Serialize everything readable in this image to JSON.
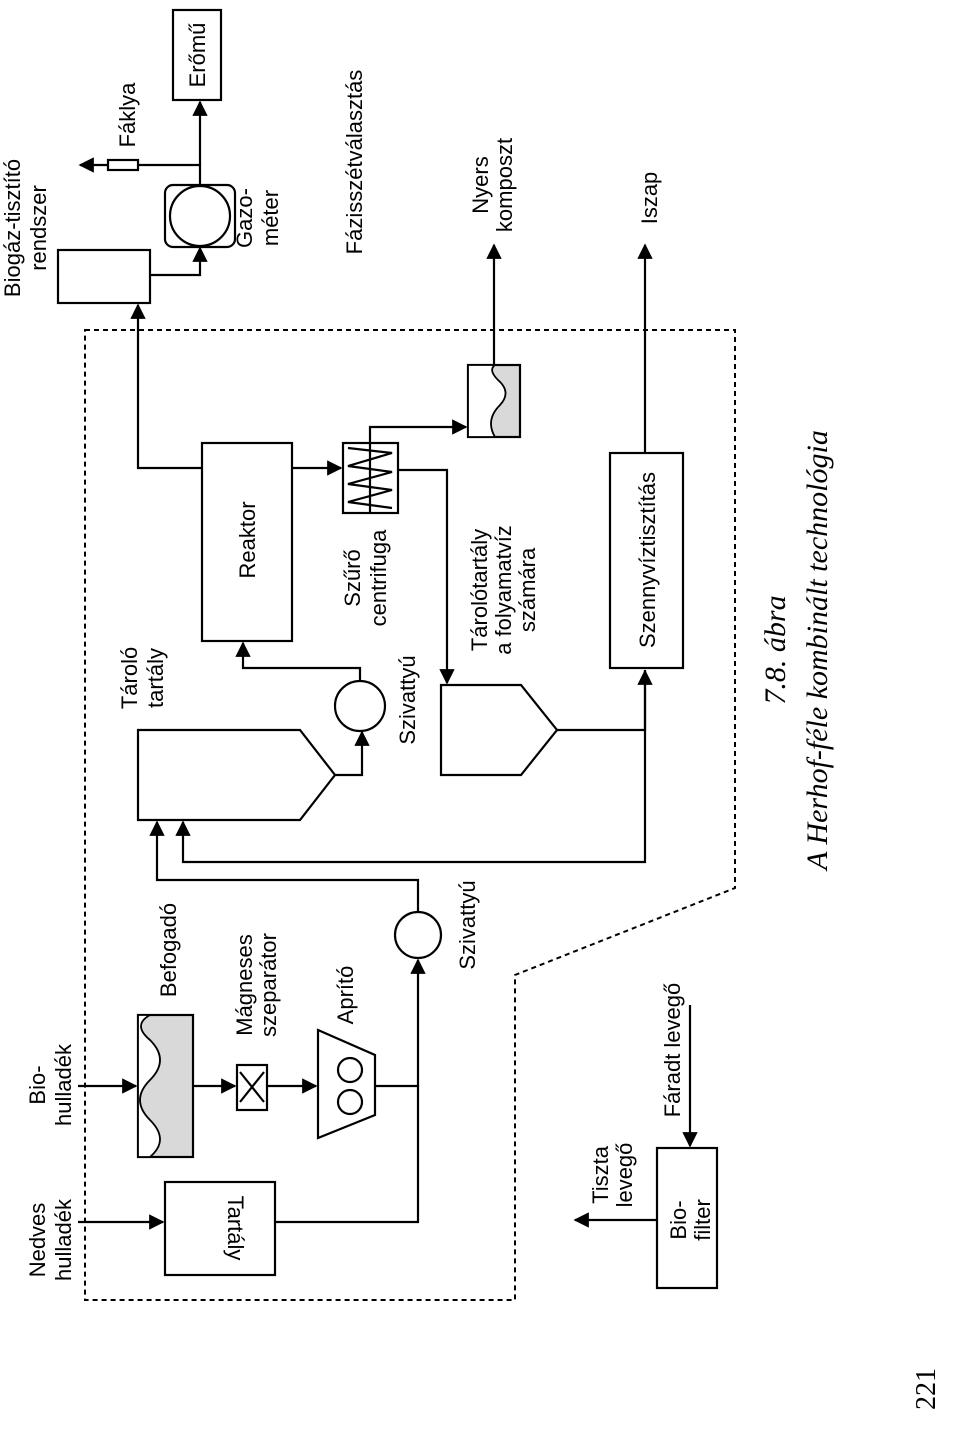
{
  "labels": {
    "nedves_hulladek": [
      "Nedves",
      "hulladék"
    ],
    "bio_hulladek": [
      "Bio-",
      "hulladék"
    ],
    "befogado": "Befogadó",
    "magneses_szeparator": [
      "Mágneses",
      "szeparátor"
    ],
    "aprito": "Aprító",
    "tartaly": "Tartály",
    "szivattyu_1": "Szivattyú",
    "tarolo_tartaly": [
      "Tároló",
      "tartály"
    ],
    "szivattyu_2": "Szivattyú",
    "reaktor": "Reaktor",
    "szuro_centrifuga": [
      "Szűrő",
      "centrifuga"
    ],
    "tarolotartaly_folyamatviz": [
      "Tárolótartály",
      "a folyamatvíz",
      "számára"
    ],
    "szennyviztisztitas": "Szennyvíztisztítás",
    "nyers_komposzt": [
      "Nyers",
      "komposzt"
    ],
    "iszap": "Iszap",
    "fazisszetvalasztas": "Fázisszétválasztás",
    "biogaz_tisztito": [
      "Biogáz-tisztító",
      "rendszer"
    ],
    "gazometer": [
      "Gazo-",
      "méter"
    ],
    "faklya": "Fáklya",
    "eromu": "Erőmű",
    "tiszta_levego": [
      "Tiszta",
      "levegő"
    ],
    "faradt_levego": "Fáradt levegő",
    "biofilter": [
      "Bio-",
      "filter"
    ]
  },
  "caption": {
    "number": "7.8. ábra",
    "title": "A Herhof-féle kombinált technológia"
  },
  "page_number": "221"
}
